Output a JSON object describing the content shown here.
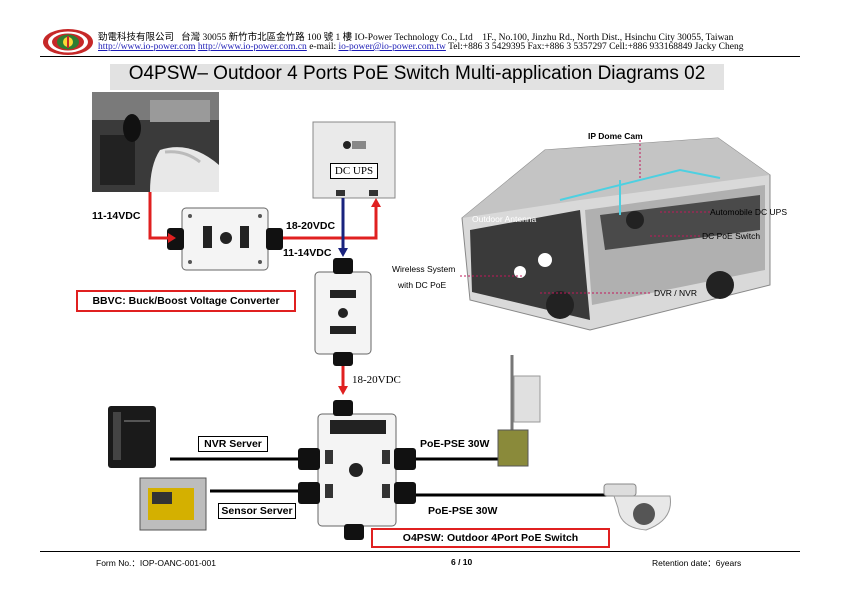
{
  "header": {
    "company_cn": "勁電科技有限公司",
    "address_cn": "台灣 30055 新竹市北區金竹路 100 號 1 樓",
    "company_en": "IO-Power Technology Co., Ltd",
    "address_en": "1F., No.100, Jinzhu Rd., North Dist., Hsinchu City 30055, Taiwan",
    "url1": "http://www.io-power.com",
    "url2": "http://www.io-power.com.cn",
    "email_label": "e-mail:",
    "email": "io-power@io-power.com.tw",
    "contact": "Tel:+886 3 5429395 Fax:+886 3 5357297 Cell:+886 933168849 Jacky Cheng"
  },
  "title": "O4PSW– Outdoor 4 Ports PoE Switch Multi-application Diagrams 02",
  "labels": {
    "v_in": "11-14VDC",
    "v_mid": "18-20VDC",
    "v_mid2": "11-14VDC",
    "dc_ups": "DC UPS",
    "bbvc": "BBVC: Buck/Boost Voltage Converter",
    "v_out": "18-20VDC",
    "nvr_server": "NVR Server",
    "sensor_server": "Sensor Server",
    "pse1": "PoE-PSE 30W",
    "pse2": "PoE-PSE 30W",
    "o4psw": "O4PSW: Outdoor 4Port PoE Switch"
  },
  "bus_labels": {
    "ip_dome": "IP Dome Cam",
    "outdoor_antenna": "Outdoor Antenna",
    "auto_ups": "Automobile DC UPS",
    "dc_poe": "DC PoE Switch",
    "wireless": "Wireless System",
    "with_poe": "with DC PoE",
    "dvr": "DVR / NVR"
  },
  "footer": {
    "form_no": "Form No.：IOP-OANC-001-001",
    "page": "6 / 10",
    "retention": "Retention date：6years"
  },
  "colors": {
    "red": "#e02020",
    "blue": "#1a237e",
    "title_bg": "#e2e2e2"
  }
}
